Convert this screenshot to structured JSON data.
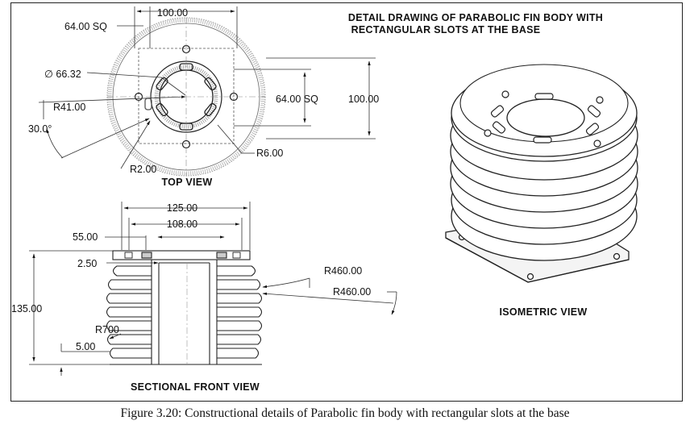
{
  "title_line1": "DETAIL DRAWING OF PARABOLIC FIN BODY WITH",
  "title_line2": "RECTANGULAR SLOTS AT THE BASE",
  "top_view": {
    "label": "TOP VIEW",
    "dim_100_top": "100.00",
    "dim_64sq_top": "64.00 SQ",
    "dim_dia": "∅ 66.32",
    "dim_r41": "R41.00",
    "dim_angle": "30.0°",
    "dim_r2": "R2.00",
    "dim_r6": "R6.00",
    "dim_64sq_right": "64.00 SQ",
    "dim_100_right": "100.00"
  },
  "front_view": {
    "label": "SECTIONAL FRONT VIEW",
    "dim_125": "125.00",
    "dim_108": "108.00",
    "dim_55": "55.00",
    "dim_250": "2.50",
    "dim_135": "135.00",
    "dim_r700": "R700",
    "dim_5": "5.00",
    "dim_r460a": "R460.00",
    "dim_r460b": "R460.00"
  },
  "iso_view": {
    "label": "ISOMETRIC VIEW"
  },
  "caption": "Figure 3.20: Constructional details of Parabolic fin body with rectangular slots at the base"
}
